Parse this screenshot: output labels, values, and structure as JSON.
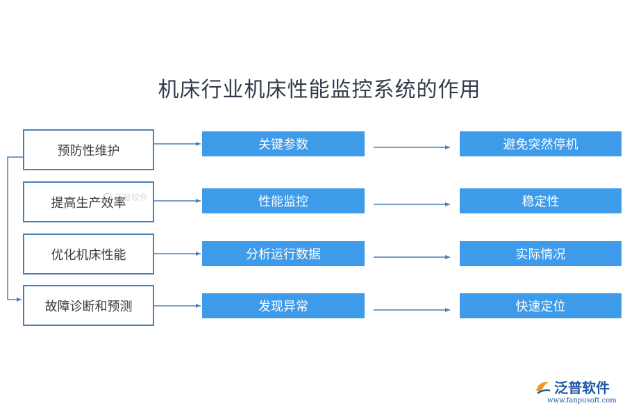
{
  "title": "机床行业机床性能监控系统的作用",
  "left_items": [
    "预防性维护",
    "提高生产效率",
    "优化机床性能",
    "故障诊断和预测"
  ],
  "middle_items": [
    "关键参数",
    "性能监控",
    "分析运行数据",
    "发现异常"
  ],
  "right_items": [
    "避免突然停机",
    "稳定性",
    "实际情况",
    "快速定位"
  ],
  "watermark": "泛普软件",
  "logo": {
    "name": "泛普软件",
    "url": "www.fanpusoft.com"
  },
  "colors": {
    "box_fill": "#3d9be9",
    "border": "#4a7fb5",
    "arrow": "#4a7fb5"
  }
}
